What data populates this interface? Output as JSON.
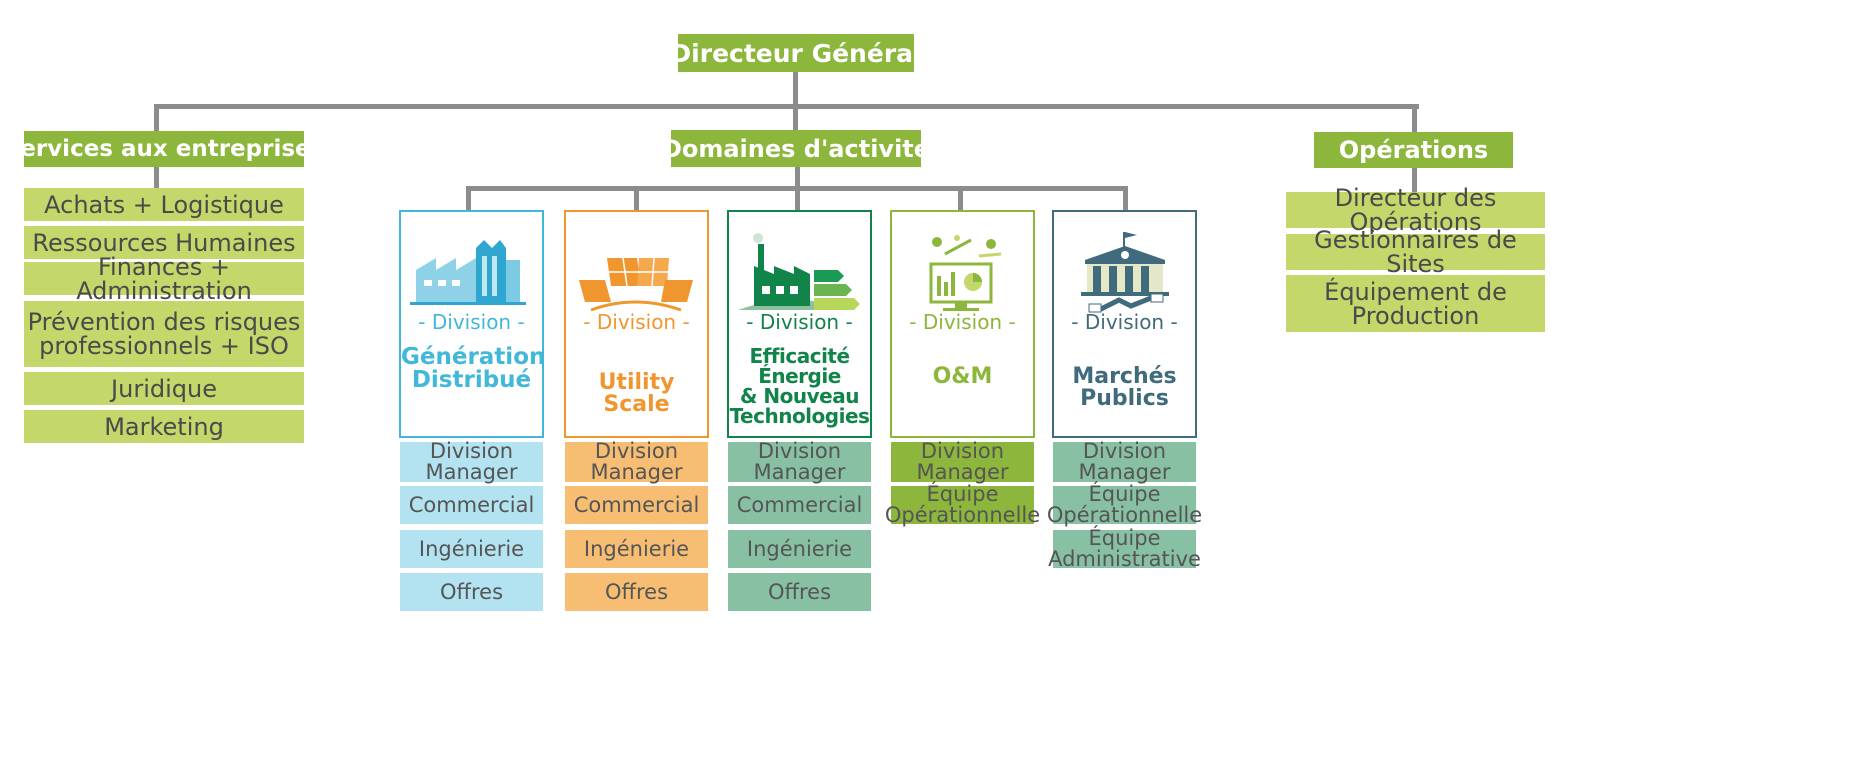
{
  "top": {
    "title": "Directeur Général"
  },
  "branches": {
    "services": {
      "title": "Services aux entreprises",
      "items": [
        "Achats + Logistique",
        "Ressources Humaines",
        "Finances + Administration",
        "Prévention des risques\nprofessionnels + ISO",
        "Juridique",
        "Marketing"
      ]
    },
    "domaines": {
      "title": "Domaines d'activité"
    },
    "operations": {
      "title": "Opérations",
      "items": [
        "Directeur des Opérations",
        "Gestionnaires de Sites",
        "Équipement de\nProduction"
      ]
    }
  },
  "divisions": [
    {
      "label": "- Division -",
      "name": "Génération\nDistribué",
      "color": "#41b8d9",
      "sub_color": "#b3e3f0",
      "icon": "factory-icon",
      "items": [
        "Division\nManager",
        "Commercial",
        "Ingénierie",
        "Offres"
      ]
    },
    {
      "label": "- Division -",
      "name": "Utility Scale",
      "color": "#f0962e",
      "sub_color": "#f7be73",
      "icon": "solar-panels-icon",
      "items": [
        "Division\nManager",
        "Commercial",
        "Ingénierie",
        "Offres"
      ]
    },
    {
      "label": "- Division -",
      "name": "Efficacité\nÉnergie\n& Nouveau\nTechnologies",
      "color": "#11844a",
      "sub_color": "#88c0a4",
      "icon": "energy-efficiency-icon",
      "items": [
        "Division\nManager",
        "Commercial",
        "Ingénierie",
        "Offres"
      ]
    },
    {
      "label": "- Division -",
      "name": "O&M",
      "color": "#8db63c",
      "sub_color": "#8db63c",
      "icon": "monitoring-icon",
      "items": [
        "Division\nManager",
        "Équipe\nOpérationnelle"
      ]
    },
    {
      "label": "- Division -",
      "name": "Marchés\nPublics",
      "color": "#3f6b7c",
      "sub_color": "#88c0a4",
      "icon": "public-building-icon",
      "items": [
        "Division\nManager",
        "Équipe\nOpérationnelle",
        "Équipe\nAdministrative"
      ]
    }
  ]
}
